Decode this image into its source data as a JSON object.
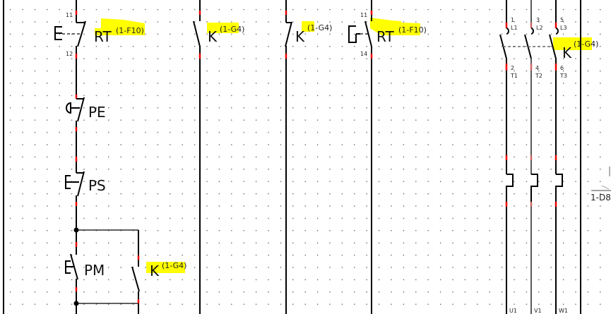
{
  "components": {
    "rt1": {
      "tag": "RT",
      "ref": "(1-F10)",
      "pin_top": "11",
      "pin_bottom": "12"
    },
    "pe": {
      "tag": "PE"
    },
    "ps": {
      "tag": "PS"
    },
    "pm": {
      "tag": "PM"
    },
    "k_pm": {
      "tag": "K",
      "ref": "(1-G4)"
    },
    "k1": {
      "tag": "K",
      "ref": "(1-G4)"
    },
    "k2": {
      "tag": "K",
      "ref": "(1-G4)"
    },
    "rt2": {
      "tag": "RT",
      "ref": "(1-F10)",
      "pin_top": "11",
      "pin_bottom": "14"
    },
    "k_main": {
      "tag": "K",
      "ref": "(1-G4)",
      "pins_top": [
        "1",
        "3",
        "5"
      ],
      "phases_top": [
        "L1",
        "L2",
        "L3"
      ],
      "pins_bottom": [
        "2",
        "4",
        "6"
      ],
      "phases_bottom": [
        "T1",
        "T2",
        "T3"
      ]
    },
    "bottom_terminals": [
      "U1",
      "V1",
      "W1"
    ],
    "crossref": "1-D8"
  },
  "colors": {
    "highlight": "#ffff00",
    "connection_point": "#ee0000",
    "wire": "#000000"
  }
}
